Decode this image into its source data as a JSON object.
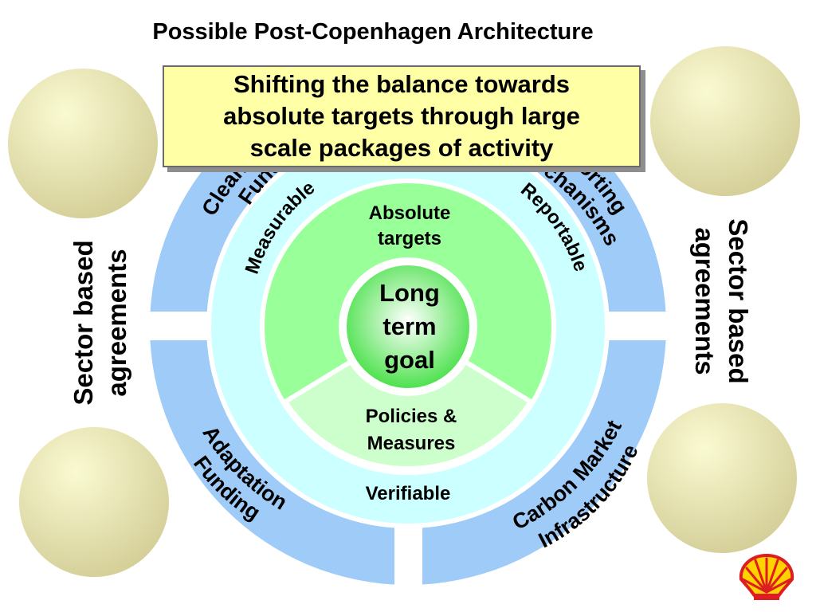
{
  "header": {
    "title": "Possible Post-Copenhagen Architecture"
  },
  "callout": {
    "text": "Shifting the balance towards\nabsolute targets through large\nscale packages of activity"
  },
  "outer_ring": {
    "top_left": [
      "Clean Tech",
      "Funding"
    ],
    "top_right": [
      "Supporting",
      "Mechanisms"
    ],
    "bottom_left": [
      "Adaptation",
      "Funding"
    ],
    "bottom_right": [
      "Carbon Market",
      "Infrastructure"
    ]
  },
  "middle_ring": {
    "left": "Measurable",
    "right": "Reportable",
    "bottom": "Verifiable"
  },
  "inner_ring": {
    "top": [
      "Absolute",
      "targets"
    ],
    "bottom": [
      "Policies &",
      "Measures"
    ]
  },
  "center": {
    "lines": [
      "Long",
      "term",
      "goal"
    ]
  },
  "sector_left": [
    "Sector based",
    "agreements"
  ],
  "sector_right": [
    "Sector based",
    "agreements"
  ],
  "colors": {
    "outer_ring": "#9ecbf7",
    "middle_ring": "#ccffff",
    "inner_green": "#99ff99",
    "inner_light_green": "#ccffcc",
    "center_green": "#33dd33",
    "sphere_light": "#fafad2",
    "sphere_dark": "#d2cc94",
    "callout_fill": "#ffffa6"
  },
  "logo": {
    "icon": "shell-logo-icon"
  }
}
